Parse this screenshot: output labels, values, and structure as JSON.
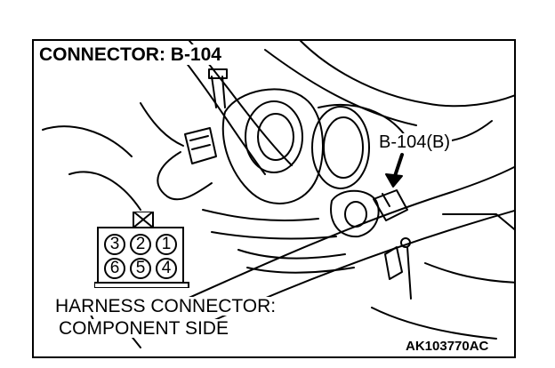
{
  "title": "CONNECTOR: B-104",
  "callout_label": "B-104(B)",
  "harness_label_line1": "HARNESS CONNECTOR:",
  "harness_label_line2": "COMPONENT SIDE",
  "figure_code": "AK103770AC",
  "connector_pins": {
    "top_row": [
      "3",
      "2",
      "1"
    ],
    "bottom_row": [
      "6",
      "5",
      "4"
    ]
  },
  "colors": {
    "line": "#000000",
    "background": "#ffffff"
  }
}
